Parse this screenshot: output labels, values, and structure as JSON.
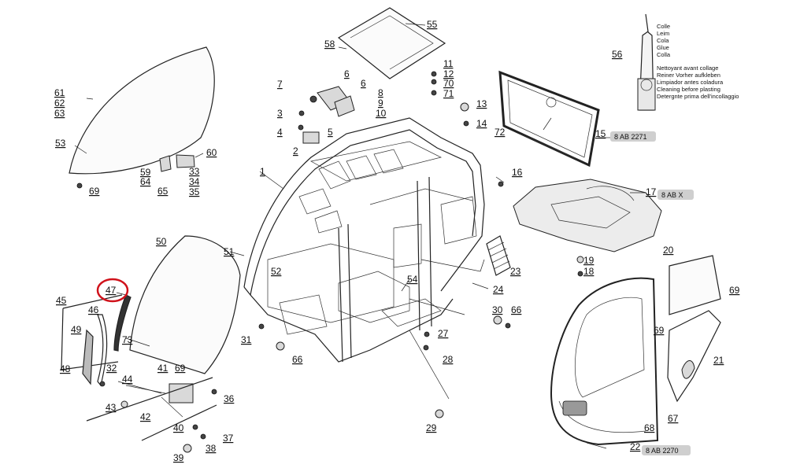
{
  "labels": {
    "l1": "1",
    "l2": "2",
    "l3": "3",
    "l4": "4",
    "l5": "5",
    "l6a": "6",
    "l6b": "6",
    "l7": "7",
    "l8": "8",
    "l9": "9",
    "l10": "10",
    "l11": "11",
    "l12": "12",
    "l13": "13",
    "l14": "14",
    "l15": "15",
    "l16": "16",
    "l17": "17",
    "l18": "18",
    "l19": "19",
    "l20": "20",
    "l21": "21",
    "l22": "22",
    "l23": "23",
    "l24": "24",
    "l27": "27",
    "l28": "28",
    "l29": "29",
    "l30": "30",
    "l31": "31",
    "l32": "32",
    "l33": "33",
    "l34": "34",
    "l35": "35",
    "l36": "36",
    "l37": "37",
    "l38": "38",
    "l39": "39",
    "l40": "40",
    "l41": "41",
    "l42": "42",
    "l43": "43",
    "l44": "44",
    "l45": "45",
    "l46": "46",
    "l47": "47",
    "l48": "48",
    "l49": "49",
    "l50": "50",
    "l51": "51",
    "l52": "52",
    "l53": "53",
    "l54": "54",
    "l55": "55",
    "l56": "56",
    "l58": "58",
    "l59": "59",
    "l60": "60",
    "l61": "61",
    "l62": "62",
    "l63": "63",
    "l64": "64",
    "l65": "65",
    "l66a": "66",
    "l66b": "66",
    "l67": "67",
    "l68": "68",
    "l69a": "69",
    "l69b": "69",
    "l69c": "69",
    "l69d": "69",
    "l70": "70",
    "l71": "71",
    "l72": "72",
    "l73": "73"
  },
  "references": {
    "r15": "8 AB 2271",
    "r17": "8 AB X",
    "r22": "8 AB 2270"
  },
  "glue_legend": {
    "line1": "Colle",
    "line2": "Leim",
    "line3": "Cola",
    "line4": "Glue",
    "line5": "Colla"
  },
  "cleaner_legend": {
    "line1": "Nettoyant avant collage",
    "line2": "Reiner Vorher aufkleben",
    "line3": "Limpiador antes coladura",
    "line4": "Cleaning before plasting",
    "line5": "Detergnte prima dell'incollaggio"
  },
  "highlight": {
    "part": "47",
    "color": "#d0121b"
  }
}
